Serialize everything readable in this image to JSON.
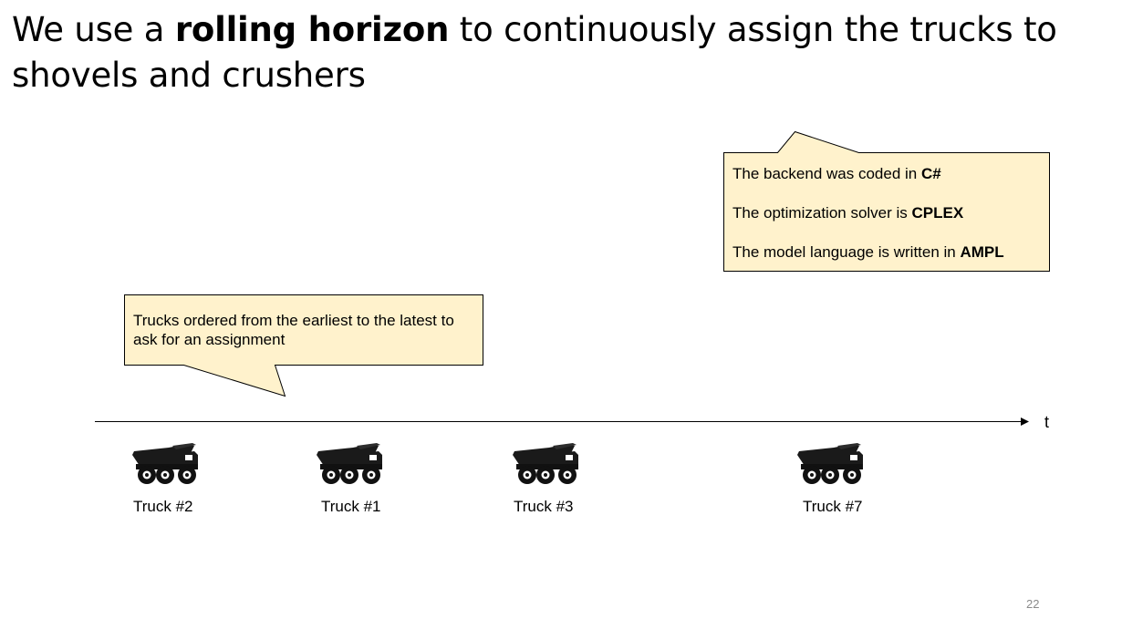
{
  "title": {
    "part1": "We use a ",
    "emphasis": "rolling horizon",
    "part2": " to continuously assign the trucks to shovels and crushers"
  },
  "tech_callout": {
    "lines": [
      {
        "text": "The backend was coded in ",
        "bold": "C#"
      },
      {
        "text": "The optimization solver is ",
        "bold": "CPLEX"
      },
      {
        "text": "The model language is written in ",
        "bold": "AMPL"
      }
    ]
  },
  "order_callout": {
    "line1": "Trucks ordered from the earliest to the latest to",
    "line2": "ask for an assignment"
  },
  "timeline": {
    "axis_label": "t",
    "trucks": [
      {
        "label": "Truck #2",
        "icon": "dump-truck-icon"
      },
      {
        "label": "Truck #1",
        "icon": "dump-truck-icon"
      },
      {
        "label": "Truck #3",
        "icon": "dump-truck-icon"
      },
      {
        "label": "Truck #7",
        "icon": "dump-truck-icon"
      }
    ]
  },
  "page_number": "22",
  "colors": {
    "callout_fill": "#fff2cc",
    "callout_border": "#000000",
    "page_number": "#8a8a8a"
  }
}
